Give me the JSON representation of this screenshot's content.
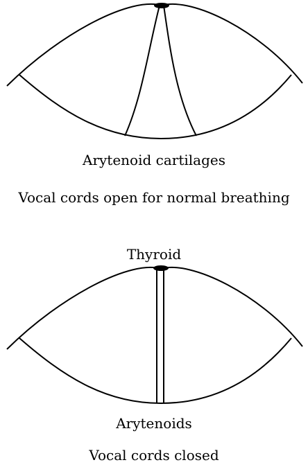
{
  "open_diagram": {
    "cartilage_label": "Arytenoid cartilages",
    "caption": "Vocal cords open for normal breathing"
  },
  "closed_diagram": {
    "top_label": "Thyroid",
    "bottom_label": "Arytenoids",
    "caption": "Vocal cords closed"
  }
}
